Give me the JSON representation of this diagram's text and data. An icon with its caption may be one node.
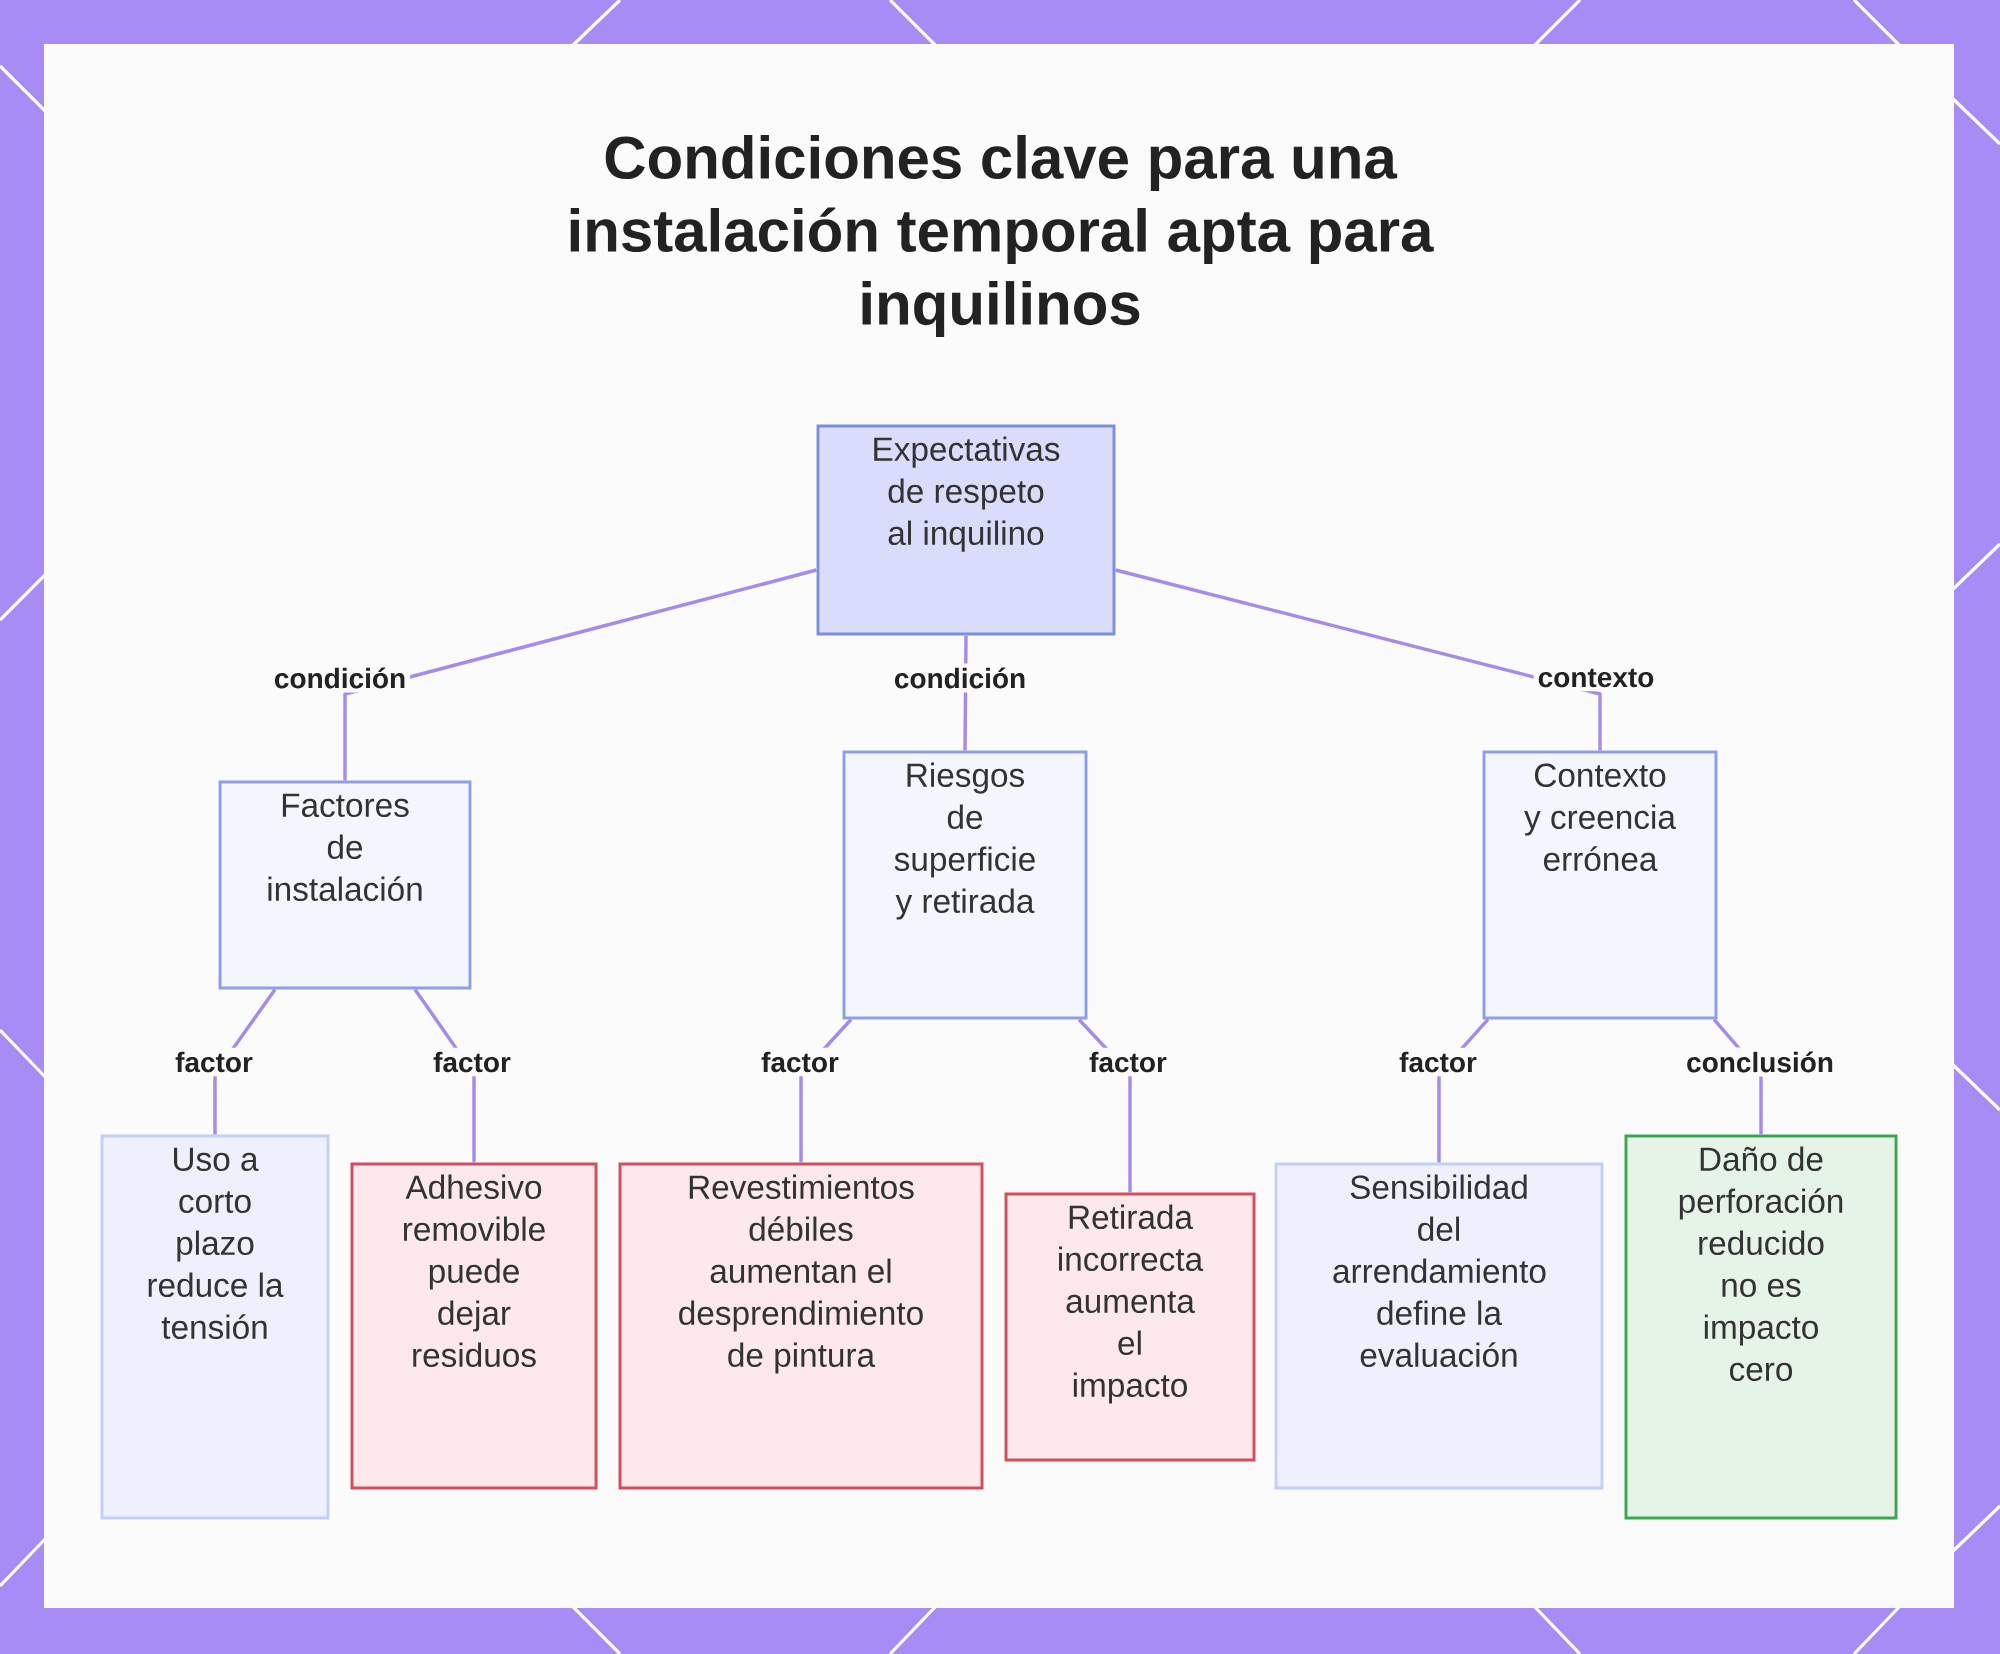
{
  "diagram": {
    "title": "Condiciones clave para una instalación temporal apta para inquilinos",
    "nodes": [
      {
        "text": [
          "Expectativas de respeto al inquilino"
        ]
      },
      {
        "text": [
          "Factores de instalación"
        ]
      },
      {
        "text": [
          "Riesgos de superficie y retirada"
        ]
      },
      {
        "text": [
          "Contexto y creencia errónea"
        ]
      },
      {
        "text": [
          "Uso a corto plazo reduce la tensión"
        ]
      },
      {
        "text": [
          "Adhesivo removible puede dejar residuos"
        ]
      },
      {
        "text": [
          "Revestimientos débiles aumentan el desprendimiento de pintura"
        ]
      },
      {
        "text": [
          "Retirada incorrecta aumenta el impacto"
        ]
      },
      {
        "text": [
          "Sensibilidad del arrendamiento define la evaluación"
        ]
      },
      {
        "text": [
          "Daño de perforación reducido no es impacto cero"
        ]
      }
    ],
    "edges": [
      {
        "from": 0,
        "to": 1,
        "arrow": "none",
        "label": "condición"
      },
      {
        "from": 0,
        "to": 2,
        "arrow": "none",
        "label": "condición"
      },
      {
        "from": 0,
        "to": 3,
        "arrow": "none",
        "label": "contexto"
      },
      {
        "from": 1,
        "to": 4,
        "arrow": "none",
        "label": "factor"
      },
      {
        "from": 1,
        "to": 5,
        "arrow": "none",
        "label": "factor"
      },
      {
        "from": 2,
        "to": 6,
        "arrow": "none",
        "label": "factor"
      },
      {
        "from": 2,
        "to": 7,
        "arrow": "none",
        "label": "factor"
      },
      {
        "from": 3,
        "to": 8,
        "arrow": "none",
        "label": "factor"
      },
      {
        "from": 3,
        "to": 9,
        "arrow": "none",
        "label": "conclusión"
      }
    ]
  }
}
